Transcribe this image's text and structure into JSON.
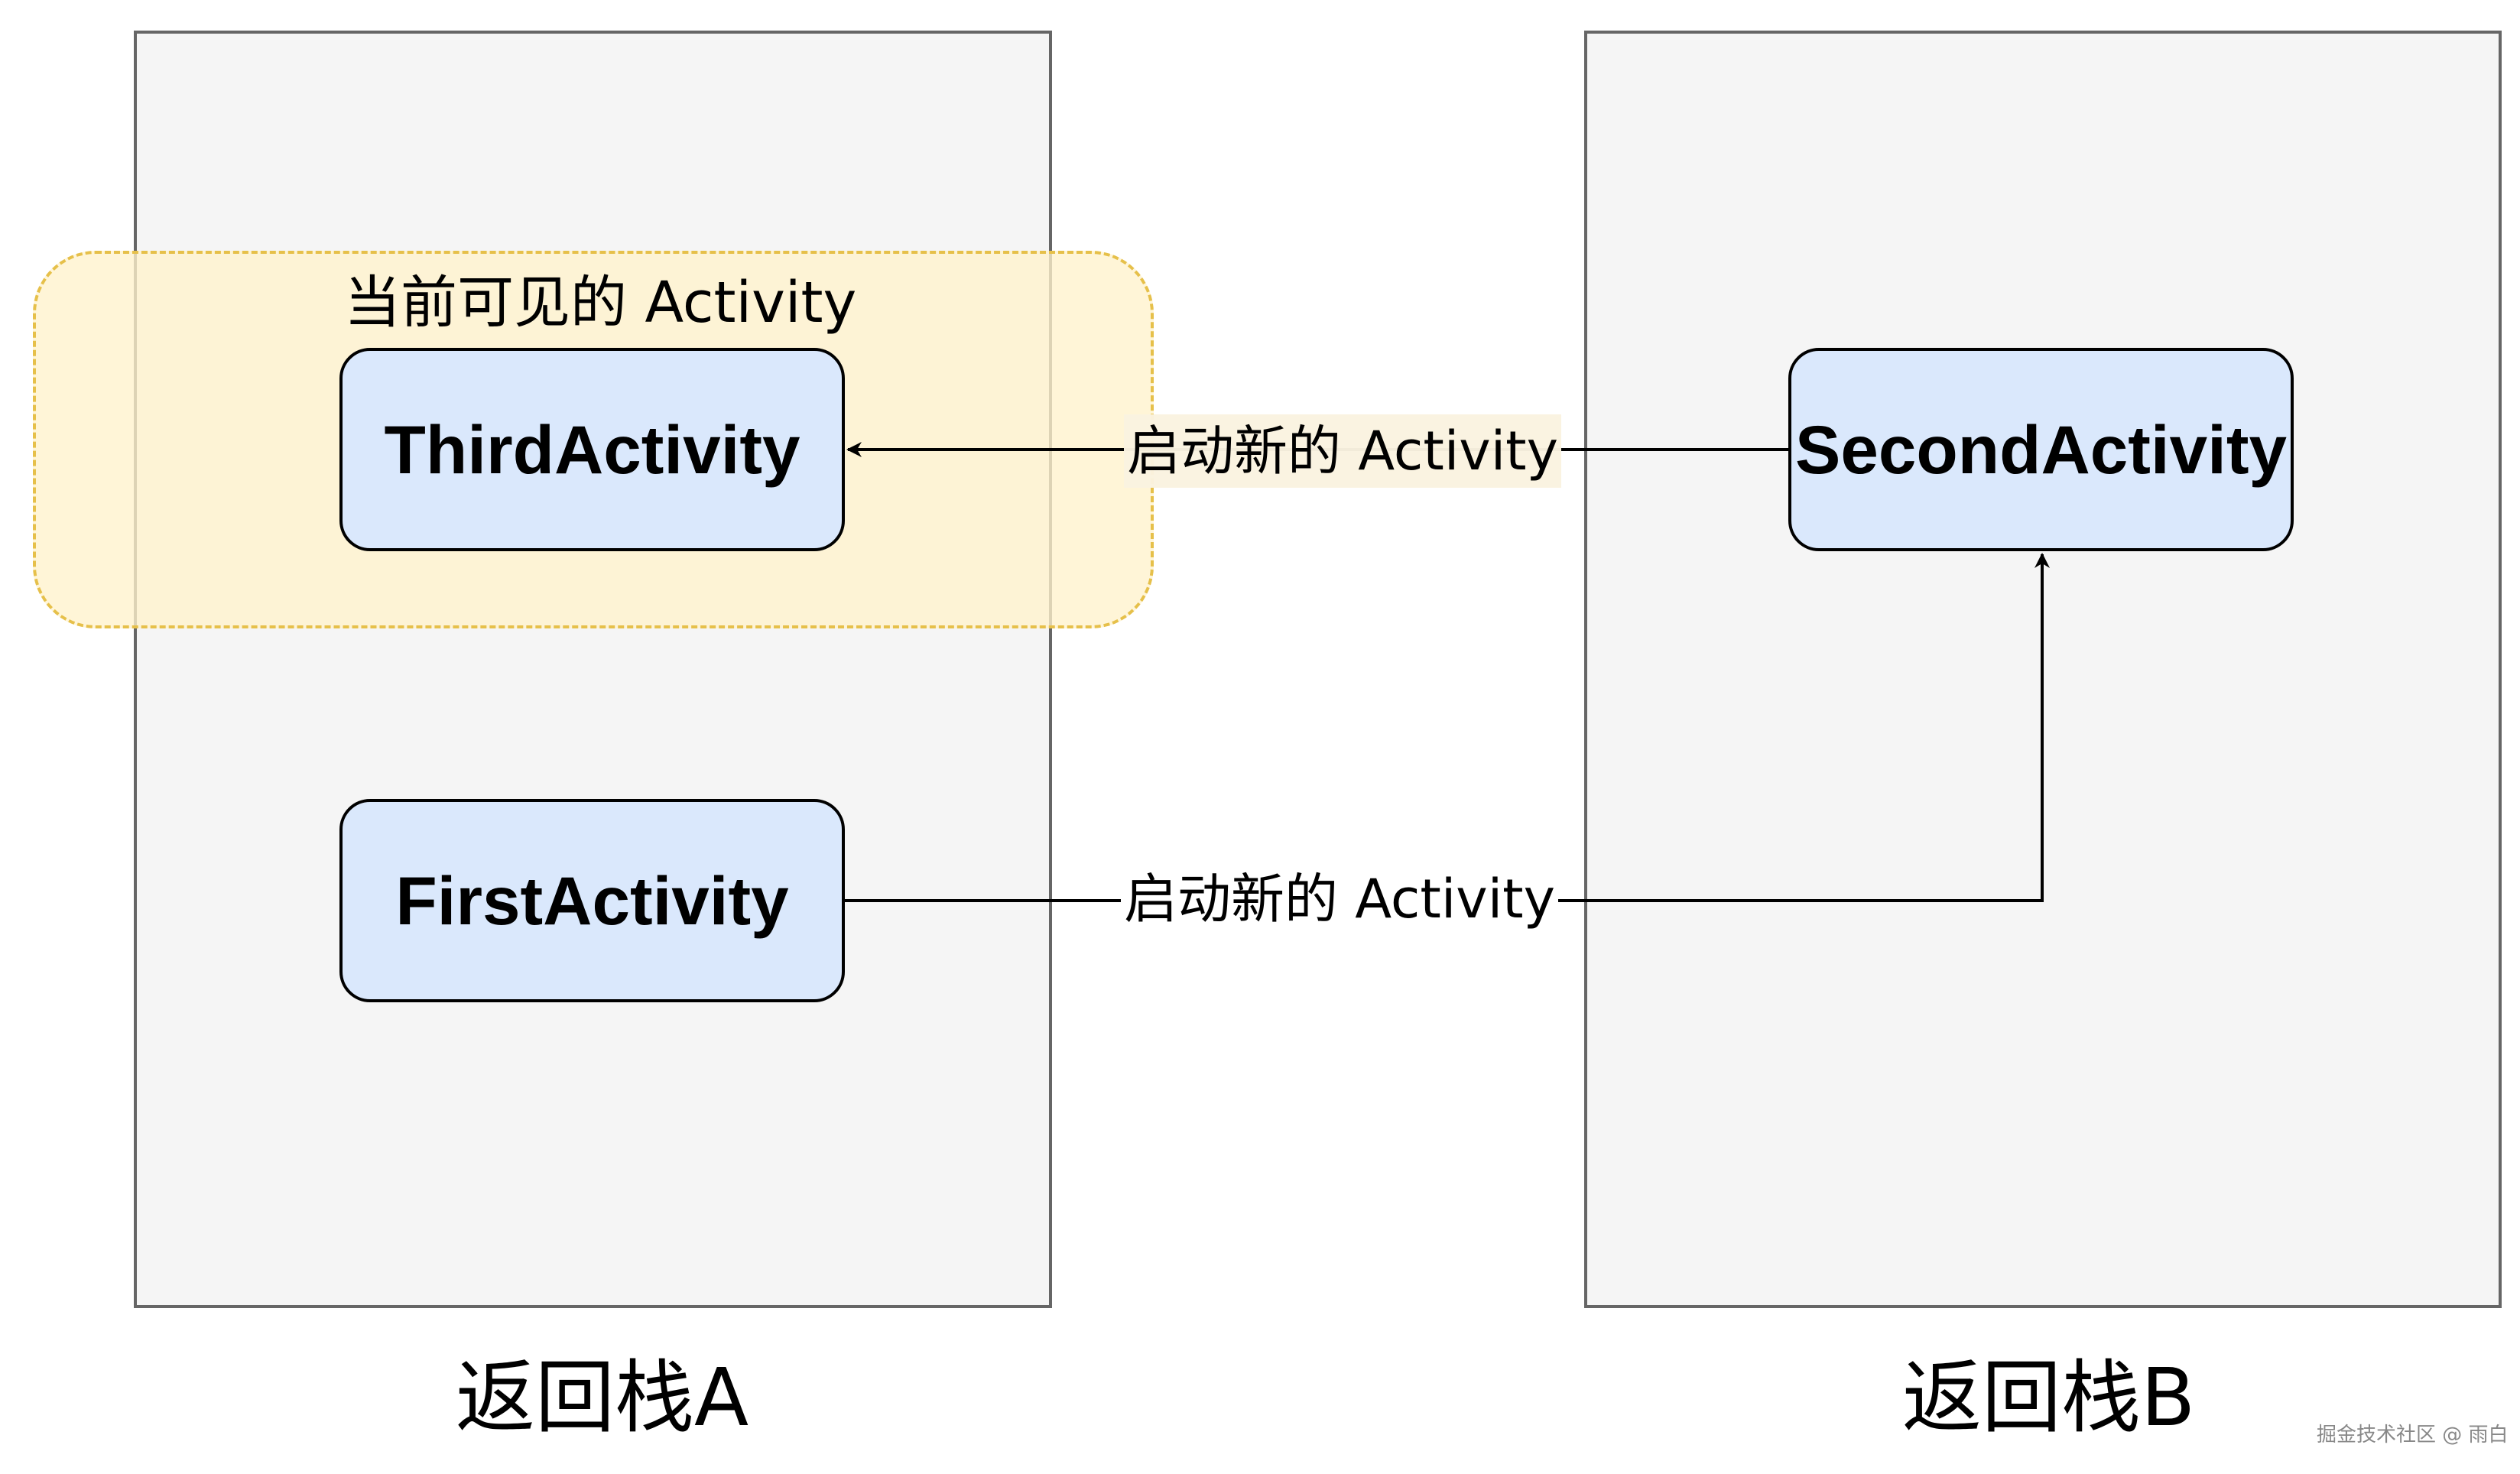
{
  "stacks": {
    "a": {
      "title": "返回栈A"
    },
    "b": {
      "title": "返回栈B"
    }
  },
  "group": {
    "label": "当前可见的 Activity"
  },
  "nodes": {
    "third": "ThirdActivity",
    "first": "FirstActivity",
    "second": "SecondActivity"
  },
  "edges": {
    "second_to_third": "启动新的 Activity",
    "first_to_second": "启动新的 Activity"
  },
  "watermark": "掘金技术社区 @ 雨白",
  "colors": {
    "stack_fill": "#f5f5f5",
    "stack_border": "#666666",
    "group_fill": "#fff2cc",
    "group_border": "#e6c04a",
    "node_fill": "#dae8fc",
    "node_border": "#000000"
  }
}
